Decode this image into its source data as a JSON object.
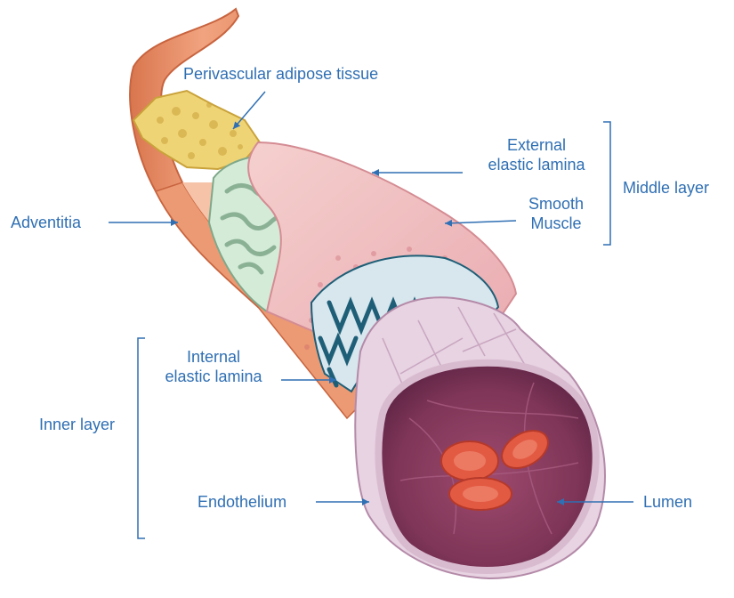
{
  "labels": {
    "perivascular": "Perivascular adipose tissue",
    "external_1": "External",
    "external_2": "elastic lamina",
    "smooth_1": "Smooth",
    "smooth_2": "Muscle",
    "middle_layer": "Middle layer",
    "adventitia": "Adventitia",
    "internal_1": "Internal",
    "internal_2": "elastic lamina",
    "inner_layer": "Inner layer",
    "endothelium": "Endothelium",
    "lumen": "Lumen"
  },
  "colors": {
    "label": "#2F6FB3",
    "adventitia": "#E8926A",
    "adipose": "#E9CB63",
    "external_lamina": "#BFE0C6",
    "smooth_muscle": "#F2C0C2",
    "internal_lamina": "#1E5F77",
    "endothelium": "#DCC3D6",
    "lumen": "#8B3D5E",
    "red_cell": "#E2553F"
  }
}
